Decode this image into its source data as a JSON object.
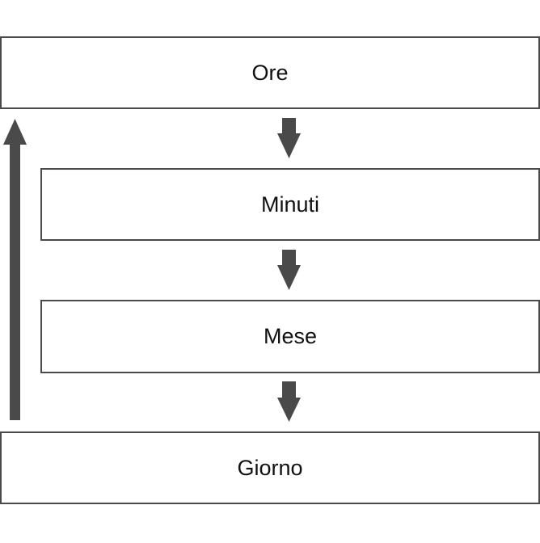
{
  "diagram": {
    "steps": [
      {
        "id": "ore",
        "label": "Ore"
      },
      {
        "id": "minuti",
        "label": "Minuti"
      },
      {
        "id": "mese",
        "label": "Mese"
      },
      {
        "id": "giorno",
        "label": "Giorno"
      }
    ],
    "flow": [
      {
        "from": "Ore",
        "to": "Minuti"
      },
      {
        "from": "Minuti",
        "to": "Mese"
      },
      {
        "from": "Mese",
        "to": "Giorno"
      },
      {
        "from": "Giorno",
        "to": "Ore"
      }
    ],
    "colors": {
      "arrow": "#4a4a4a",
      "border": "#4a4a4a",
      "text": "#111111",
      "background": "#ffffff"
    }
  }
}
